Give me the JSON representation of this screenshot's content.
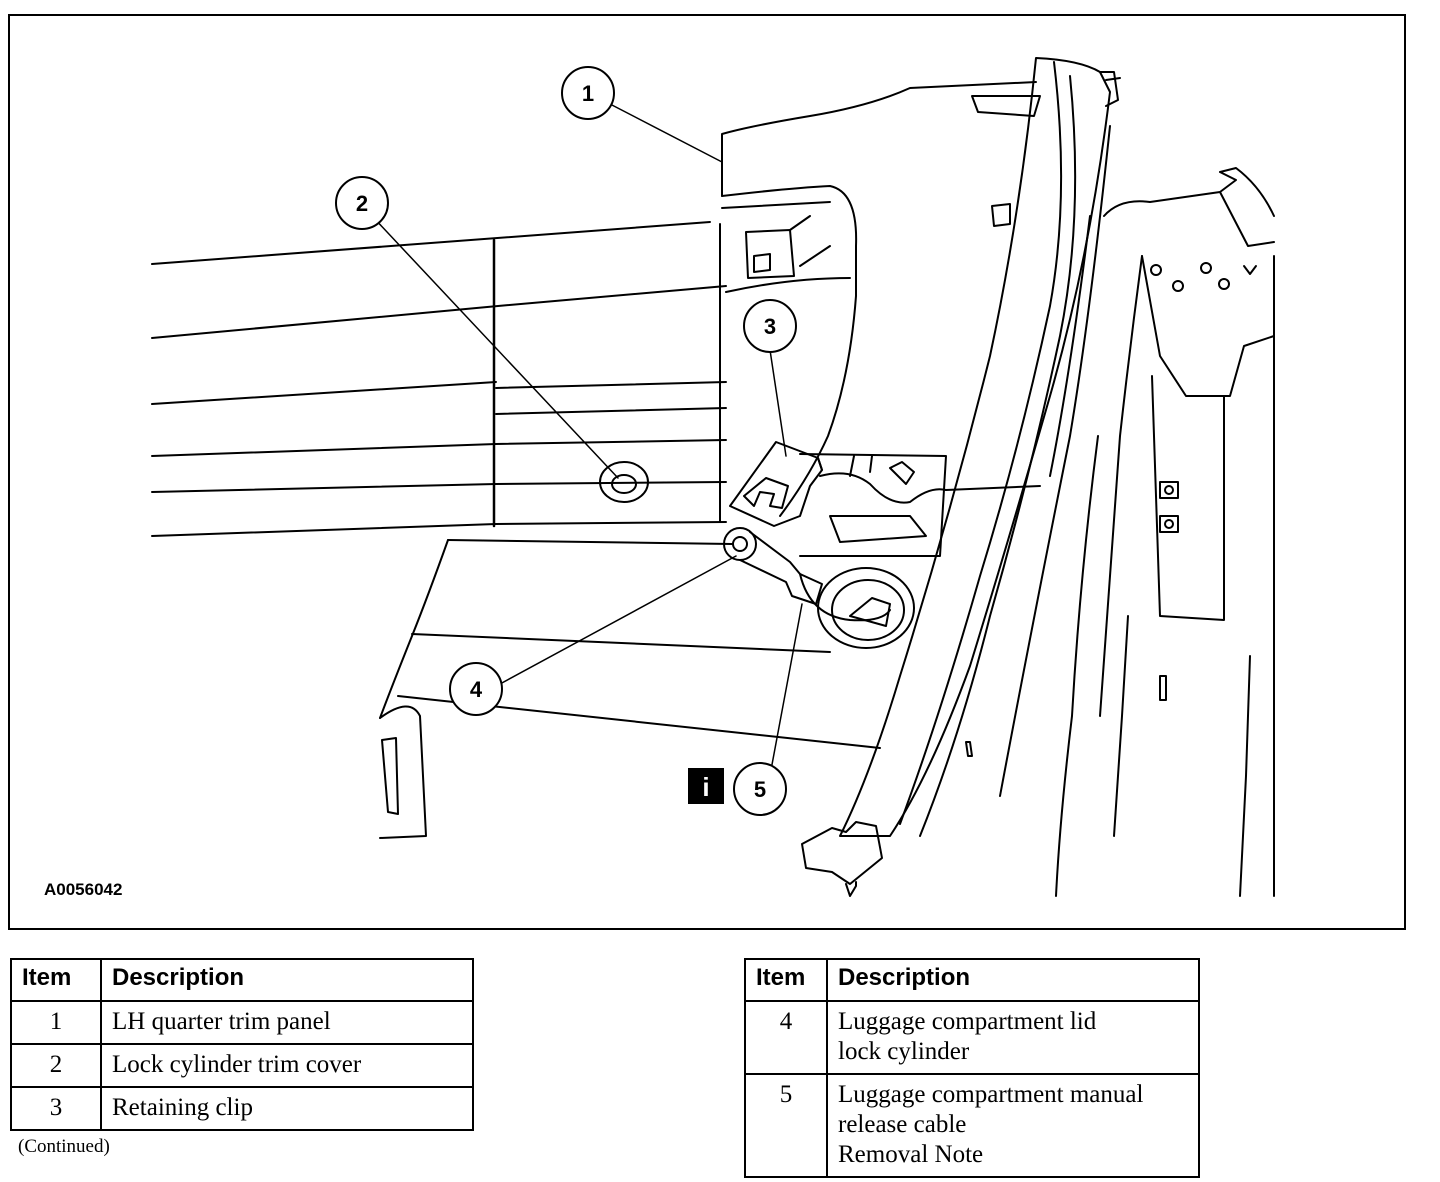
{
  "figure": {
    "id": "A0056042",
    "callouts": [
      "1",
      "2",
      "3",
      "4",
      "5"
    ],
    "info_icon": "i"
  },
  "tables": [
    {
      "headers": [
        "Item",
        "Description"
      ],
      "rows": [
        {
          "item": "1",
          "description": "LH quarter trim panel"
        },
        {
          "item": "2",
          "description": "Lock cylinder trim cover"
        },
        {
          "item": "3",
          "description": "Retaining clip"
        }
      ]
    },
    {
      "headers": [
        "Item",
        "Description"
      ],
      "rows": [
        {
          "item": "4",
          "description": "Luggage compartment lid\nlock cylinder"
        },
        {
          "item": "5",
          "description": "Luggage compartment manual\nrelease cable\nRemoval Note"
        }
      ]
    }
  ],
  "continued": "(Continued)"
}
